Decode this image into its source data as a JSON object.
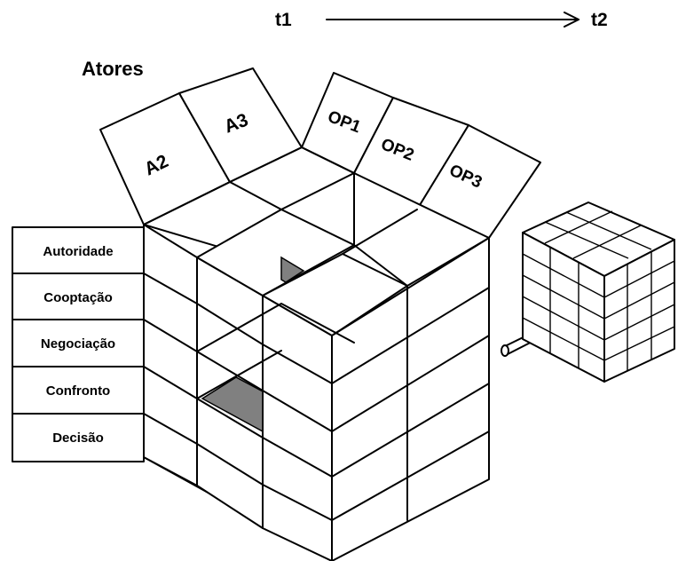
{
  "time": {
    "start": "t1",
    "end": "t2"
  },
  "actors": {
    "title": "Atores",
    "labels": [
      "A2",
      "A3"
    ]
  },
  "operations": [
    "OP1",
    "OP2",
    "OP3"
  ],
  "dimensions": [
    "Autoridade",
    "Cooptação",
    "Negociação",
    "Confronto",
    "Decisão"
  ],
  "colors": {
    "line": "#000000",
    "shade": "#808080",
    "background": "#ffffff"
  }
}
